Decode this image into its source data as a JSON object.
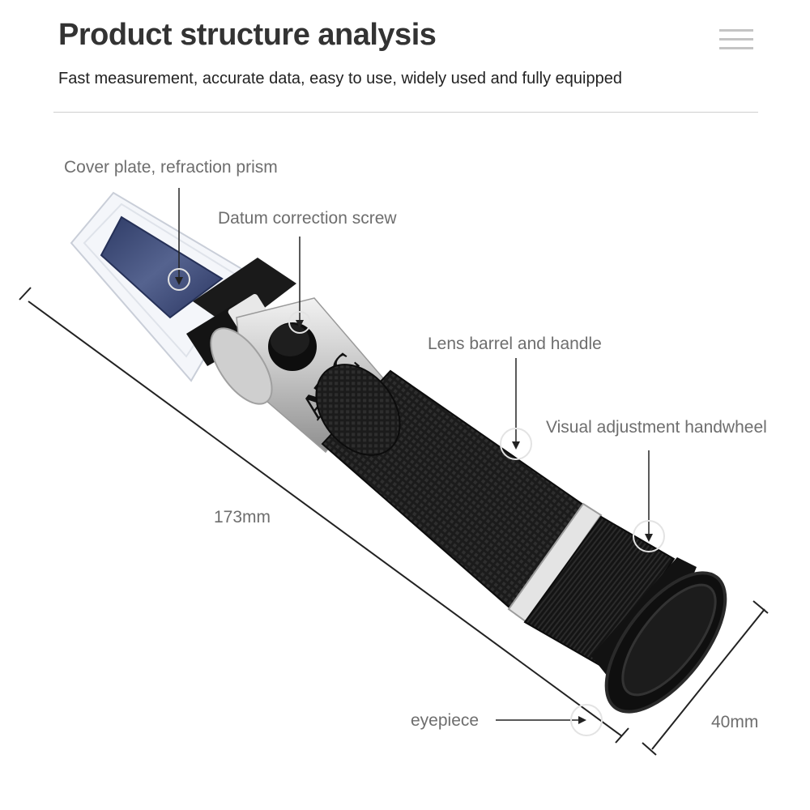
{
  "header": {
    "title": "Product structure analysis",
    "subtitle": "Fast measurement, accurate data, easy to use, widely used and fully equipped"
  },
  "menu": {
    "icon": "hamburger-menu-icon"
  },
  "product": {
    "name_print": "ATC",
    "labels": {
      "cover_plate": "Cover plate, refraction prism",
      "datum_screw": "Datum correction screw",
      "lens_barrel": "Lens barrel and handle",
      "handwheel": "Visual adjustment handwheel",
      "eyepiece": "eyepiece"
    }
  },
  "dimensions": {
    "length": "173mm",
    "diameter": "40mm"
  },
  "colors": {
    "title": "#333333",
    "callout_text": "#6e6e6e",
    "grip": "#161616",
    "barrel": "#d9d9d9",
    "prism": "#3a4a78"
  }
}
